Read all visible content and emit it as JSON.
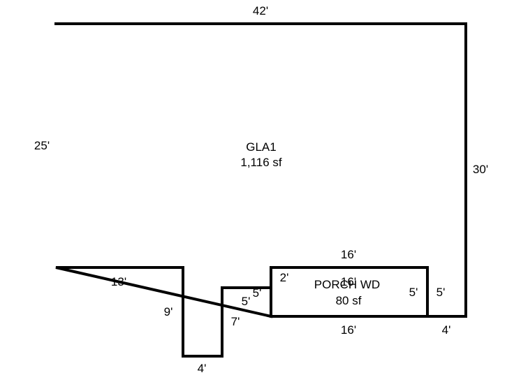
{
  "areas": [
    {
      "name": "GLA1",
      "area": "1,116 sf"
    },
    {
      "name": "PORCH WD",
      "area": "80 sf"
    }
  ],
  "dimensions": {
    "top": "42'",
    "left": "25'",
    "right": "30'",
    "left_bottom": "13'",
    "notch_left": "9'",
    "notch_bottom": "4'",
    "notch_right": "7'",
    "step_a": "5'",
    "step_b": "5'",
    "porch_top": "16'",
    "porch_inner_top": "16'",
    "porch_bottom": "16'",
    "porch_left": "2'",
    "porch_right": "5'",
    "right_wall_lower": "5'",
    "right_bottom": "4'"
  },
  "colors": {
    "line": "#000000",
    "background": "#ffffff"
  }
}
